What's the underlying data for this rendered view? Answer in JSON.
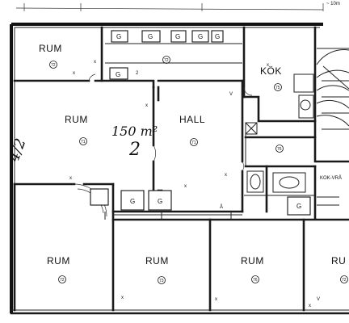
{
  "plan": {
    "rooms": [
      {
        "id": "r1",
        "label": "RUM",
        "num": "72"
      },
      {
        "id": "r2",
        "label": "",
        "num": "72"
      },
      {
        "id": "r3",
        "label": "RUM",
        "num": "71"
      },
      {
        "id": "r4",
        "label": "HALL",
        "num": "71"
      },
      {
        "id": "r5",
        "label": "KÖK",
        "num": "75"
      },
      {
        "id": "r6",
        "label": "RUM",
        "num": "72"
      },
      {
        "id": "r7",
        "label": "RUM",
        "num": "73"
      },
      {
        "id": "r8",
        "label": "RUM",
        "num": "76"
      },
      {
        "id": "r9",
        "label": "RU",
        "num": "72"
      },
      {
        "id": "r10",
        "label": "",
        "num": "76"
      }
    ],
    "cabinet_mark": "G",
    "area_text": "150 m²",
    "floor_number": "2",
    "margin_note": "4/2",
    "top_note": "~ 10m",
    "kokvrå": "KOK-VRÅ",
    "door_mark": "x",
    "small_marks": [
      "V",
      "2",
      "Å",
      "V"
    ]
  }
}
